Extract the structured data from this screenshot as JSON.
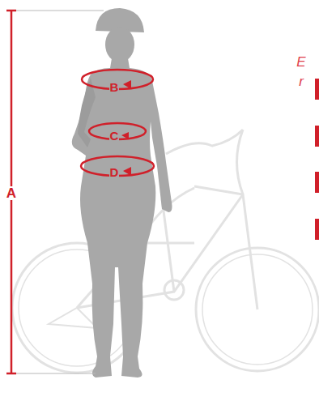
{
  "diagram": {
    "labels": [
      "A",
      "B",
      "C",
      "D",
      "E",
      "r"
    ]
  }
}
